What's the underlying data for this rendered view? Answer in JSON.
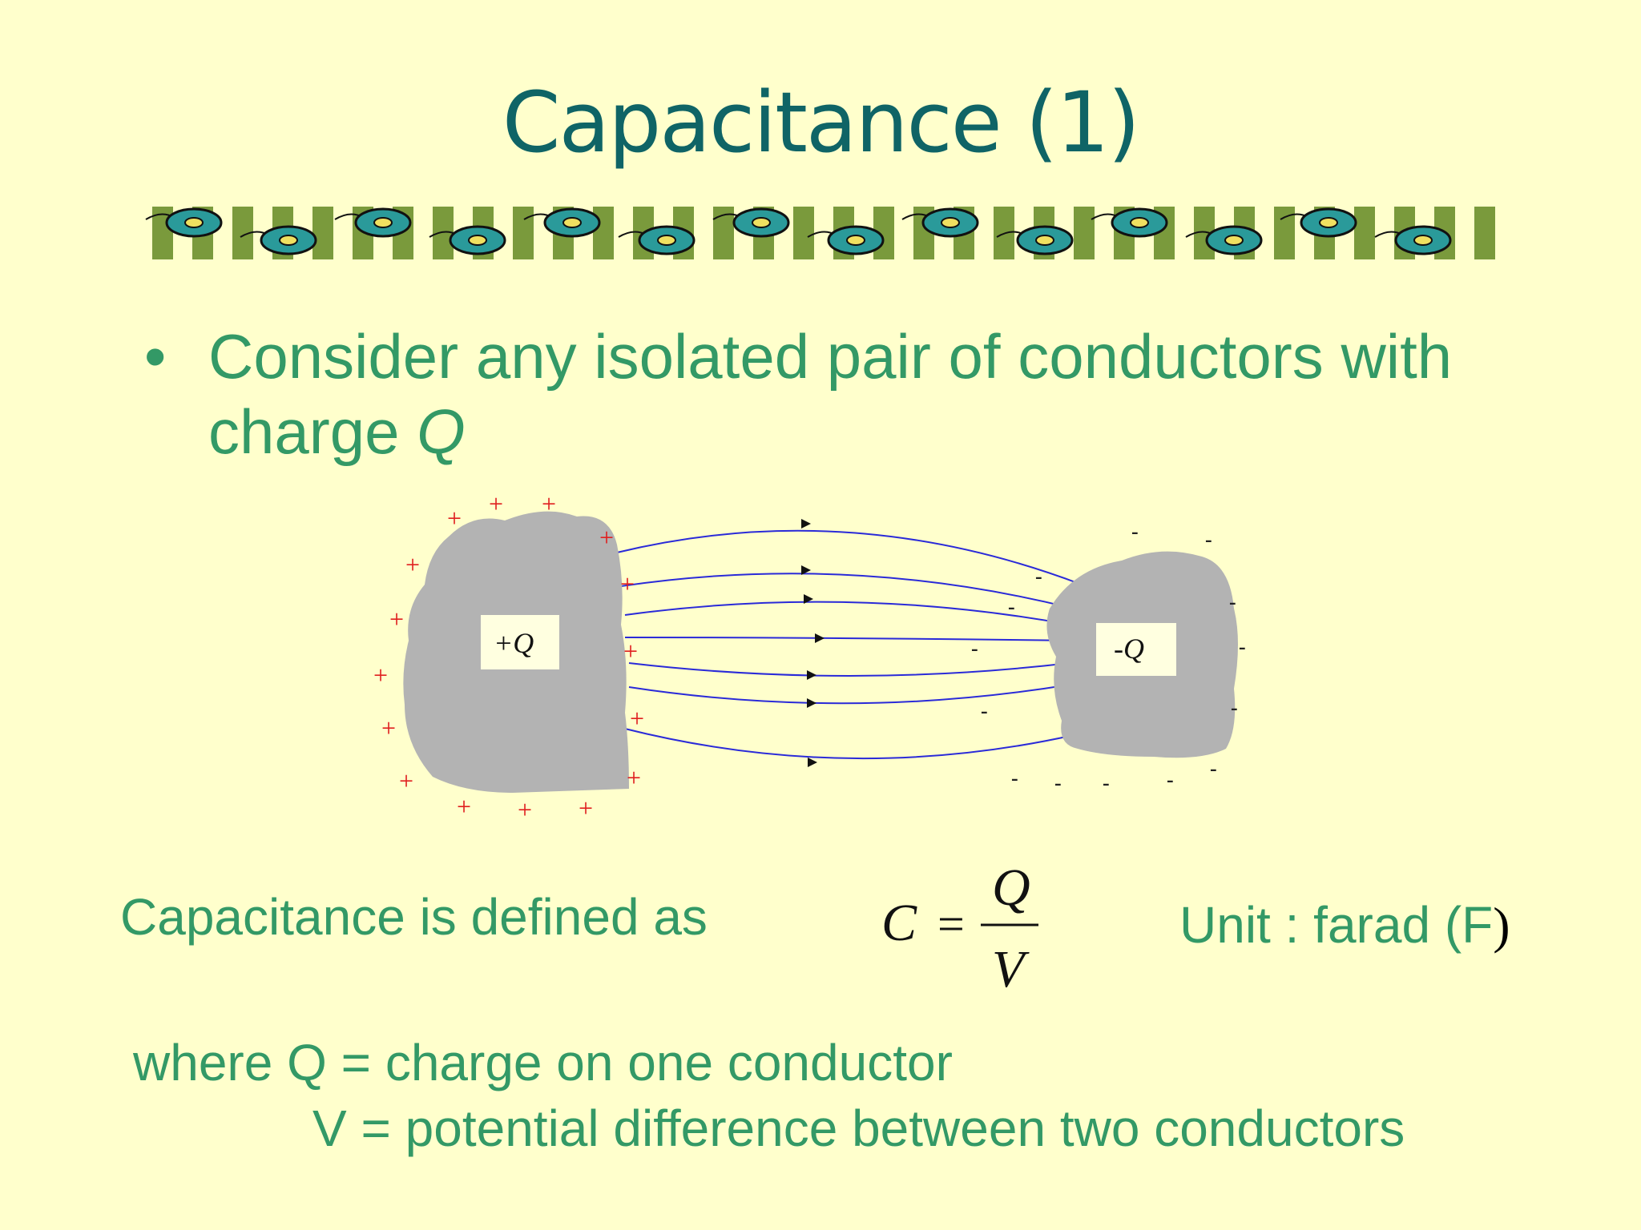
{
  "slide": {
    "title": "Capacitance (1)",
    "bullet": {
      "symbol": "•",
      "text_main": "Consider any isolated pair of conductors with charge ",
      "text_symbol": "Q"
    },
    "diagram": {
      "left_conductor_label": "+Q",
      "right_conductor_label": "-Q",
      "positive_sign": "+",
      "negative_sign": "-",
      "field_line_color": "#2a2ad8",
      "conductor_color": "#b3b3b3",
      "plus_color": "#e02020"
    },
    "definition": {
      "text": "Capacitance is defined as",
      "formula_lhs": "C",
      "formula_equals": "=",
      "formula_numerator": "Q",
      "formula_denominator": "V"
    },
    "unit": {
      "text": "Unit : farad (F",
      "close_paren": ")"
    },
    "where": {
      "line1": "where Q = charge on one conductor",
      "line2": "V = potential difference between two conductors"
    },
    "colors": {
      "background": "#ffffcc",
      "title": "#0f6466",
      "body_text": "#339966",
      "border_stripe": "#7a9a3c",
      "flower": "#2a9a9a"
    }
  }
}
